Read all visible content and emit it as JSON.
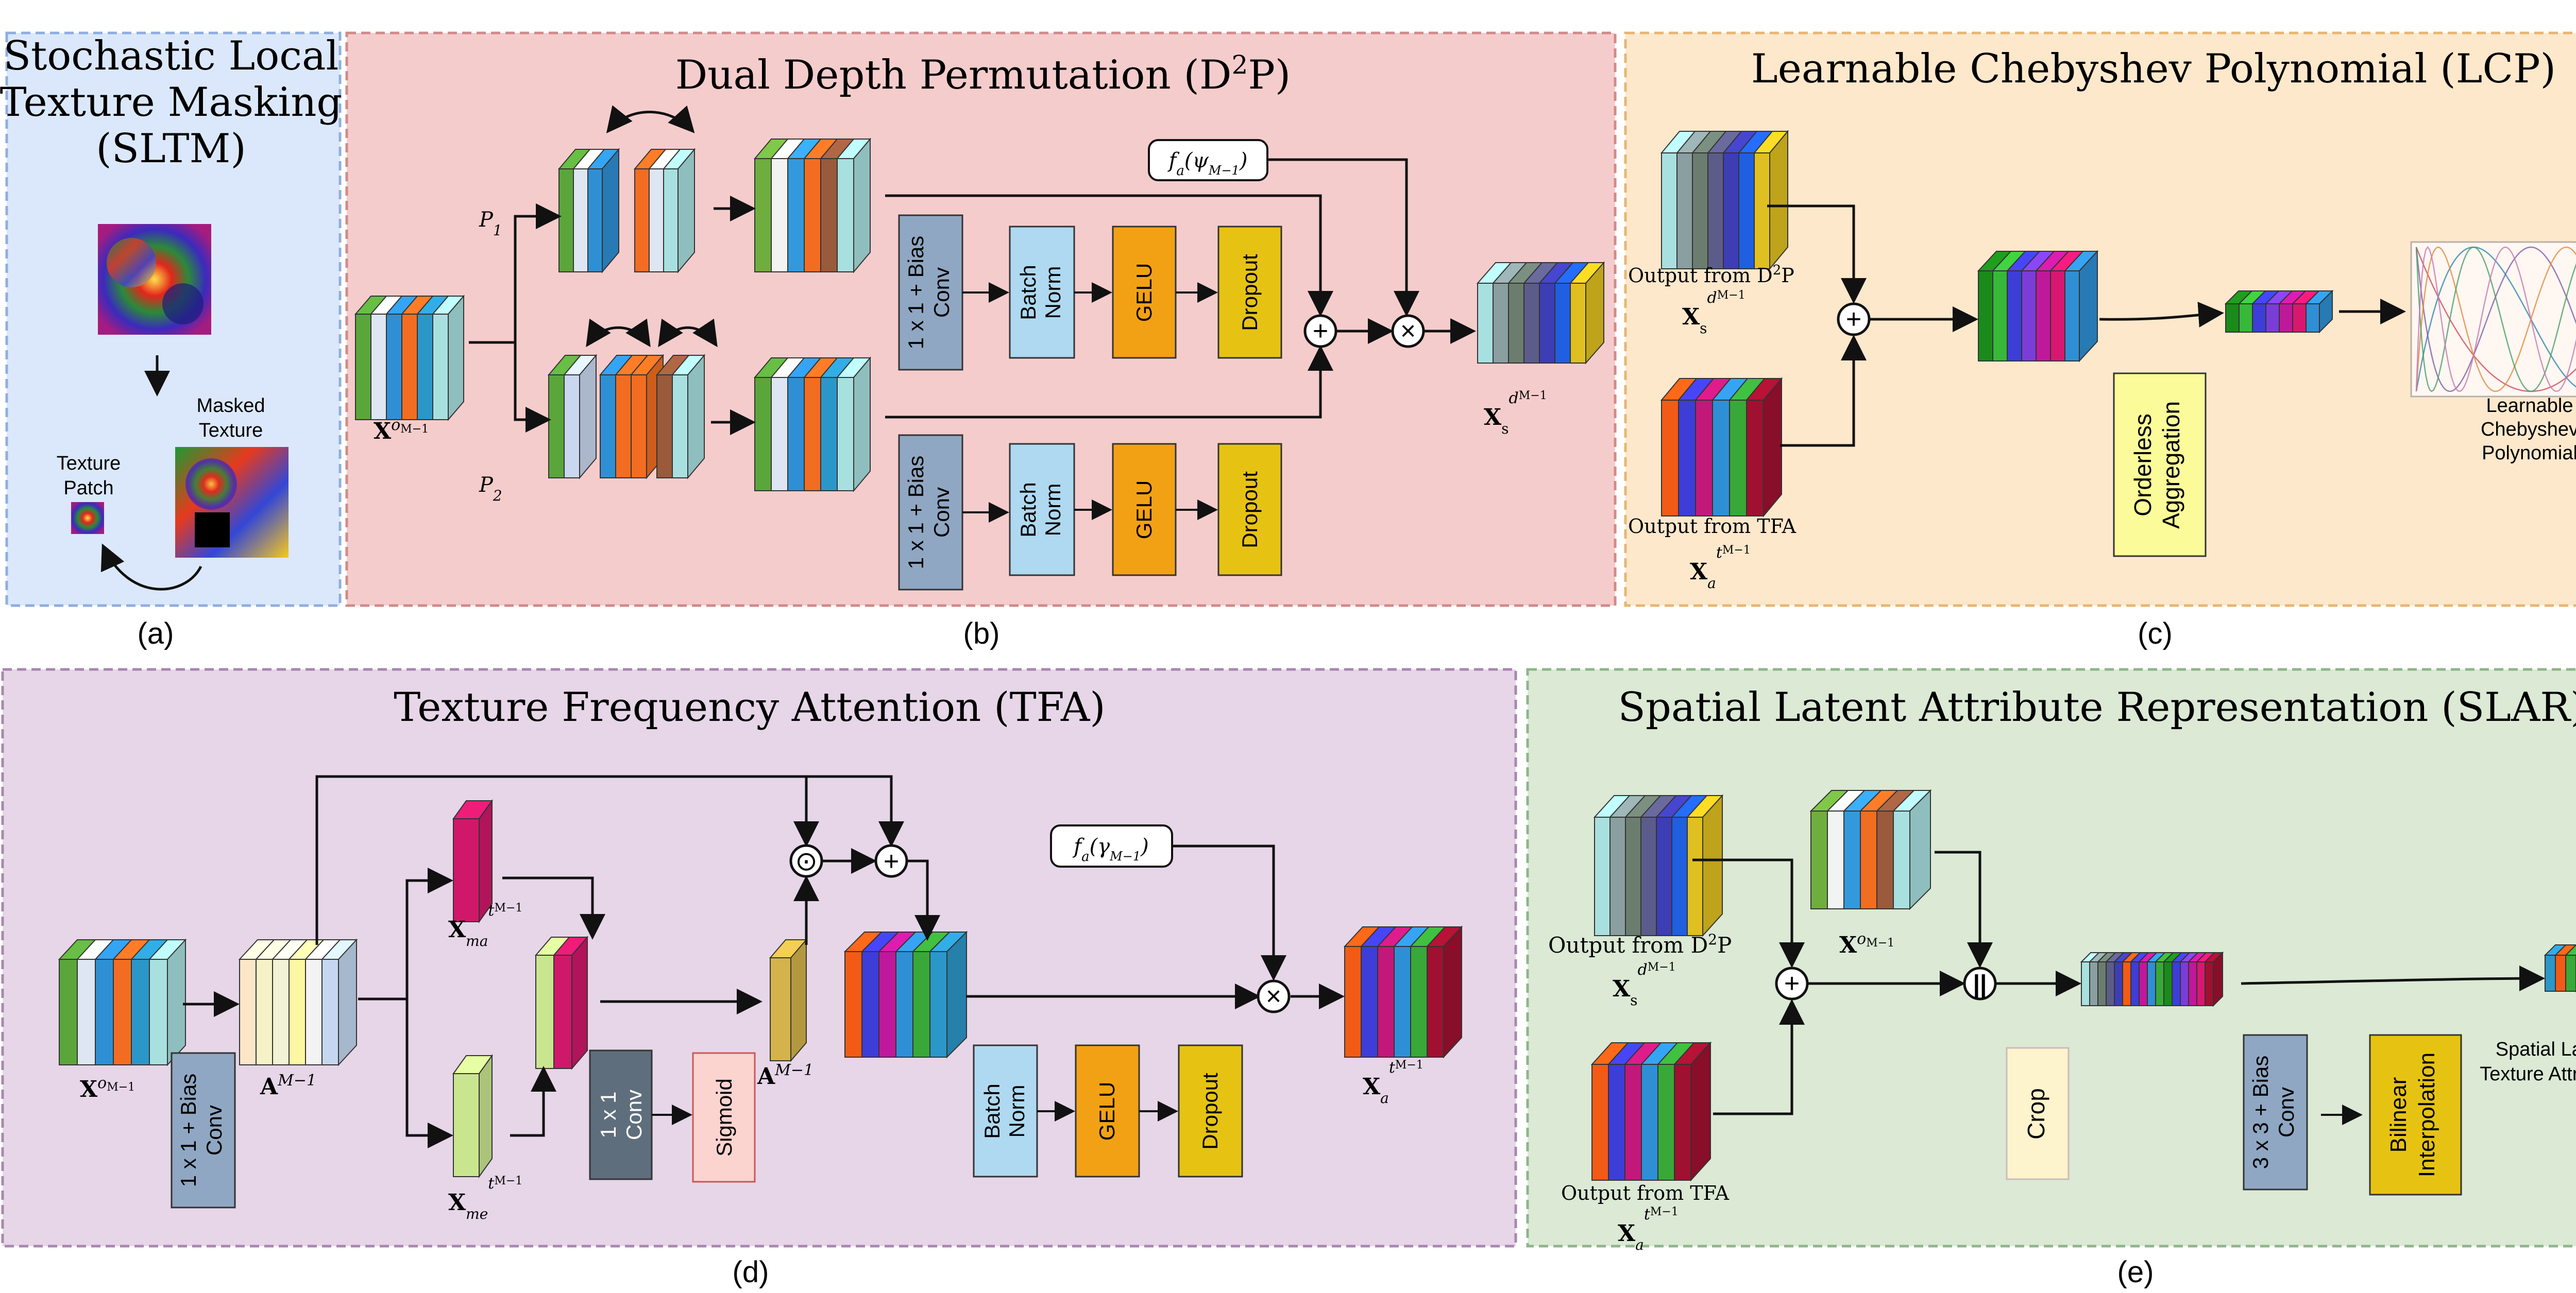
{
  "colors": {
    "sltm_bg": "#dbe8fb",
    "sltm_border": "#8faee0",
    "d2p_bg": "#f5cccc",
    "d2p_border": "#d18a8a",
    "lcp_bg": "#fde8cc",
    "lcp_border": "#e8b670",
    "tfa_bg": "#e6d6e8",
    "tfa_border": "#a986b0",
    "slar_bg": "#dbe9d5",
    "slar_border": "#8fb58a",
    "conv": "#8fa7c2",
    "bn": "#aed9f0",
    "gelu": "#f2a114",
    "dropout": "#e6c313",
    "dark_conv": "#5f6e7c",
    "sigmoid": "#fbd3cf",
    "agg": "#fbfb9a",
    "crop": "#fdf3cc",
    "bilinear": "#e6c313"
  },
  "panels": {
    "sltm": {
      "title_lines": [
        "Stochastic Local",
        "Texture Masking",
        "(SLTM)"
      ],
      "masked_label_lines": [
        "Masked",
        "Texture"
      ],
      "patch_label_lines": [
        "Texture",
        "Patch"
      ],
      "caption": "(a)"
    },
    "d2p": {
      "title_main": "Dual Depth Permutation (D",
      "title_sup": "2",
      "title_end": "P)",
      "p1_main": "P",
      "p1_sub": "1",
      "p2_main": "P",
      "p2_sub": "2",
      "input_main": "X",
      "input_sup": "o",
      "input_sup2": "M−1",
      "f_main": "f",
      "f_sub": "a",
      "f_arg": "(ψ",
      "f_arg_sub": "M−1",
      "f_close": ")",
      "conv_lines": [
        "1 x 1 + Bias",
        "Conv"
      ],
      "bn_lines": [
        "Batch",
        "Norm"
      ],
      "gelu": "GELU",
      "dropout": "Dropout",
      "plus": "+",
      "times": "×",
      "output_main": "X",
      "output_sub": "s",
      "output_sup": "d",
      "output_sup2": "M−1",
      "caption": "(b)"
    },
    "lcp": {
      "title": "Learnable Chebyshev Polynomial (LCP)",
      "out_d2p_main": "Output from D",
      "out_d2p_sup": "2",
      "out_d2p_end": "P",
      "xs_main": "X",
      "xs_sub": "s",
      "xs_sup": "d",
      "xs_sup2": "M−1",
      "out_tfa": "Output from TFA",
      "xa_main": "X",
      "xa_sub": "a",
      "xa_sup": "t",
      "xa_sup2": "M−1",
      "agg_lines": [
        "Orderless",
        "Aggregation"
      ],
      "lcp_label_lines": [
        "Learnable",
        "Chebyshev",
        "Polynomial"
      ],
      "plus": "+",
      "caption": "(c)"
    },
    "tfa": {
      "title": "Texture Frequency Attention (TFA)",
      "xo_main": "X",
      "xo_sup": "o",
      "xo_sup2": "M−1",
      "a_main": "A",
      "a_sup": "M−1",
      "xma_main": "X",
      "xma_sub": "ma",
      "xma_sup": "t",
      "xma_sup2": "M−1",
      "xme_main": "X",
      "xme_sub": "me",
      "xme_sup": "t",
      "xme_sup2": "M−1",
      "conv_lines": [
        "1 x 1 + Bias",
        "Conv"
      ],
      "conv2_lines": [
        "1 x 1",
        "Conv"
      ],
      "sigmoid": "Sigmoid",
      "a2_main": "A",
      "a2_sup": "M−1",
      "f_main": "f",
      "f_sub": "a",
      "f_arg": "(γ",
      "f_arg_sub": "M−1",
      "f_close": ")",
      "bn_lines": [
        "Batch",
        "Norm"
      ],
      "gelu": "GELU",
      "dropout": "Dropout",
      "odot": "⊙",
      "plus": "+",
      "times": "×",
      "out_main": "X",
      "out_sub": "a",
      "out_sup": "t",
      "out_sup2": "M−1",
      "caption": "(d)"
    },
    "slar": {
      "title": "Spatial Latent Attribute Representation (SLAR)",
      "out_d2p_main": "Output from D",
      "out_d2p_sup": "2",
      "out_d2p_end": "P",
      "xs_main": "X",
      "xs_sub": "s",
      "xs_sup": "d",
      "xs_sup2": "M−1",
      "xo_main": "X",
      "xo_sup": "o",
      "xo_sup2": "M−1",
      "out_tfa": "Output from TFA",
      "xa_main": "X",
      "xa_sub": "a",
      "xa_sup": "t",
      "xa_sup2": "M−1",
      "crop": "Crop",
      "conv_lines": [
        "3 x 3 + Bias",
        "Conv"
      ],
      "bilinear_lines": [
        "Bilinear",
        "Interpolation"
      ],
      "sla_lines": [
        "Spatial Latent",
        "Texture Attributes"
      ],
      "plus": "+",
      "concat": "||",
      "caption": "(e)"
    }
  }
}
